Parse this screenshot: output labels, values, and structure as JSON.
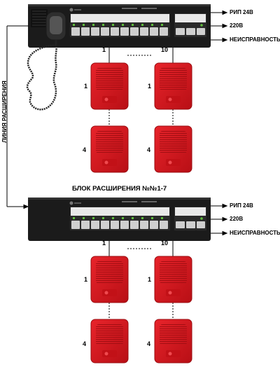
{
  "labels": {
    "rip": "РИП 24В",
    "power": "220В",
    "fault": "НЕИСПРАВНОСТЬ",
    "line": "ЛИНИЯ РАСШИРЕНИЯ",
    "block_title": "БЛОК РАСШИРЕНИЯ №№1-7"
  },
  "units": {
    "top": {
      "left_channel": "1",
      "right_channel": "10",
      "row1": "1",
      "row2": "4"
    },
    "bottom": {
      "left_channel": "1",
      "right_channel": "10",
      "row1": "1",
      "row2": "4"
    }
  },
  "keys": [
    "1",
    "2",
    "3",
    "4",
    "5",
    "6",
    "7",
    "8",
    "9",
    "10"
  ],
  "colors": {
    "speaker": "#d4141b",
    "panel": "#1b1b1b"
  }
}
